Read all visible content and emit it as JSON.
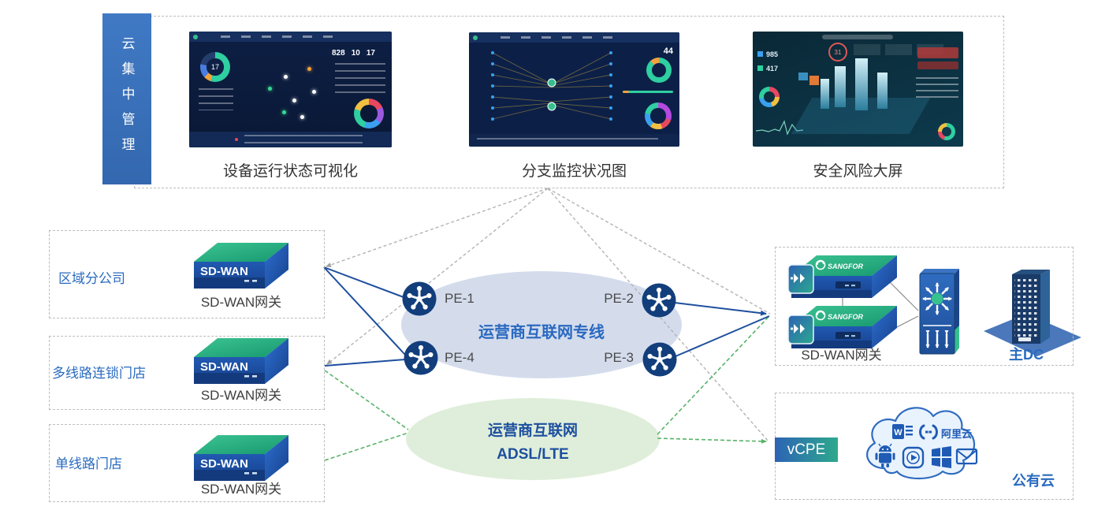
{
  "management": {
    "sidebar_label": "云集中管理",
    "panels": [
      {
        "caption": "设备运行状态可视化",
        "donut_value": "17",
        "stats": [
          "828",
          "10",
          "17"
        ]
      },
      {
        "caption": "分支监控状况图",
        "headline": "44"
      },
      {
        "caption": "安全风险大屏",
        "alert": "31",
        "stats": [
          "985",
          "417"
        ]
      }
    ]
  },
  "branches": [
    {
      "name": "区域分公司",
      "device": "SD-WAN",
      "gateway": "SD-WAN网关"
    },
    {
      "name": "多线路连锁门店",
      "device": "SD-WAN",
      "gateway": "SD-WAN网关"
    },
    {
      "name": "单线路门店",
      "device": "SD-WAN",
      "gateway": "SD-WAN网关"
    }
  ],
  "mpls": {
    "label": "运营商互联网专线",
    "pe": [
      "PE-1",
      "PE-2",
      "PE-4",
      "PE-3"
    ]
  },
  "internet": {
    "line1": "运营商互联网",
    "line2": "ADSL/LTE"
  },
  "dc": {
    "gateway": "SD-WAN网关",
    "name": "主DC",
    "brand": "SANGFOR"
  },
  "cloud": {
    "vcpe": "vCPE",
    "label": "公有云",
    "alicloud": "阿里云",
    "word": "W"
  },
  "colors": {
    "accent_blue": "#2a6bbf",
    "deep_blue": "#1d4f9f",
    "router_navy": "#123e7c",
    "green_line": "#58b368",
    "gray_line": "#b3b3b3",
    "mpls_fill": "#d4dcec",
    "internet_fill": "#dfeeda"
  }
}
